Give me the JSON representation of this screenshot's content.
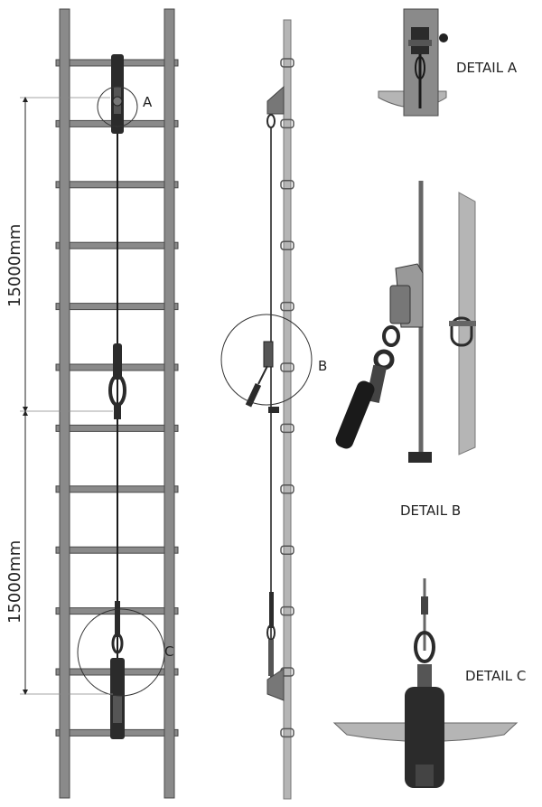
{
  "labels": {
    "marker_a": "A",
    "marker_b": "B",
    "marker_c": "C",
    "detail_a": "DETAIL A",
    "detail_b": "DETAIL B",
    "detail_c": "DETAIL C",
    "dim_upper": "15000mm",
    "dim_lower": "15000mm"
  },
  "colors": {
    "rail": "#8a8a8a",
    "rail_dark": "#4a4a4a",
    "hardware": "#2b2b2b",
    "cable": "#1a1a1a",
    "plate": "#b5b5b5"
  }
}
